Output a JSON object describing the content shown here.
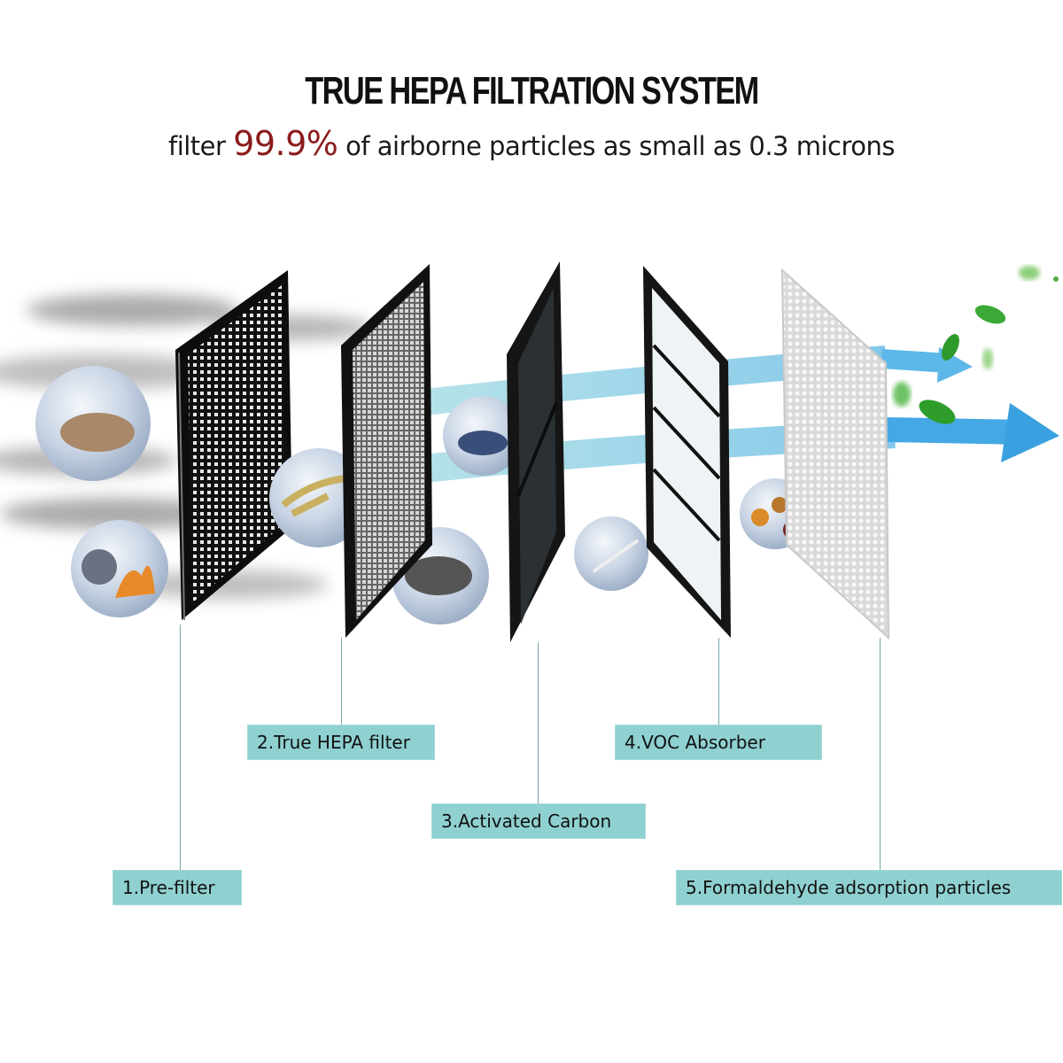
{
  "header": {
    "title": "TRUE HEPA FILTRATION SYSTEM",
    "subtitle_prefix": "filter ",
    "subtitle_highlight": "99.9%",
    "subtitle_suffix": " of airborne particles as small as 0.3 microns",
    "highlight_color": "#8b1c1c"
  },
  "filters": [
    {
      "label": "1.Pre-filter",
      "type": "black-mesh"
    },
    {
      "label": "2.True HEPA filter",
      "type": "grey-mesh"
    },
    {
      "label": "3.Activated Carbon",
      "type": "dark-panel"
    },
    {
      "label": "4.VOC Absorber",
      "type": "white-slats"
    },
    {
      "label": "5.Formaldehyde  adsorption particles",
      "type": "white-perforated"
    }
  ],
  "colors": {
    "label_bg": "#8fd0d0",
    "airflow": "#5fc0cf",
    "arrow": "#3aa6e0",
    "leaf": "#3aa935"
  }
}
